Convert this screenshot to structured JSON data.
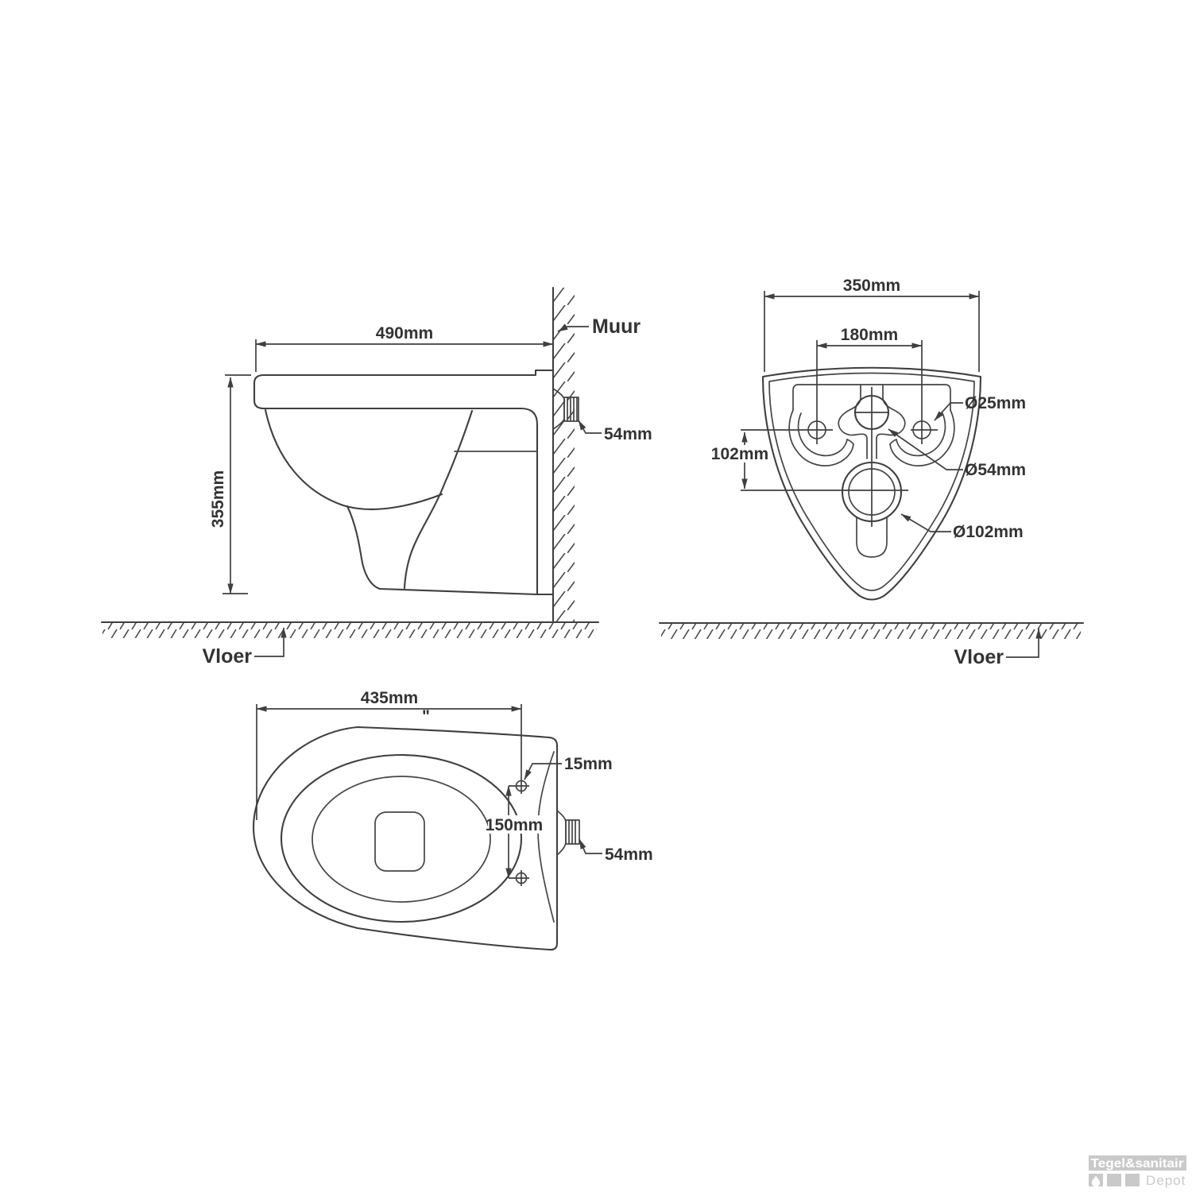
{
  "drawing": {
    "ink_color": "#3f3f3f",
    "text_color": "#333333",
    "background_color": "#ffffff"
  },
  "side_view": {
    "width": "490mm",
    "height": "355mm",
    "outlet": "54mm",
    "wall_label": "Muur",
    "floor_label": "Vloer"
  },
  "back_view": {
    "width": "350mm",
    "hole_spacing": "180mm",
    "vertical_offset": "102mm",
    "mount_hole_diameter": "Ø25mm",
    "inlet_diameter": "Ø54mm",
    "outlet_diameter": "Ø102mm",
    "floor_label": "Vloer"
  },
  "top_view": {
    "width": "435mm",
    "ditto_mark": "\"",
    "hole_offset": "15mm",
    "hole_spacing": "150mm",
    "outlet": "54mm"
  },
  "logo": {
    "brand": "Tegel&sanitair",
    "sub": "Depot",
    "bar_color": "#c9c9c9",
    "brand_text_color": "#ffffff"
  }
}
